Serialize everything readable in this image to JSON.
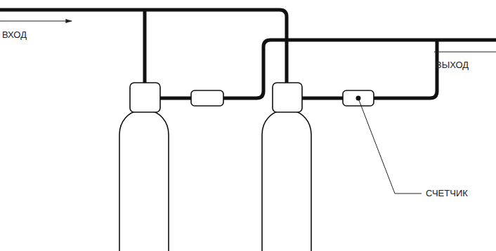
{
  "diagram": {
    "labels": [
      "ВХОД",
      "ВЫХОД",
      "СЧЕТЧИК"
    ]
  }
}
